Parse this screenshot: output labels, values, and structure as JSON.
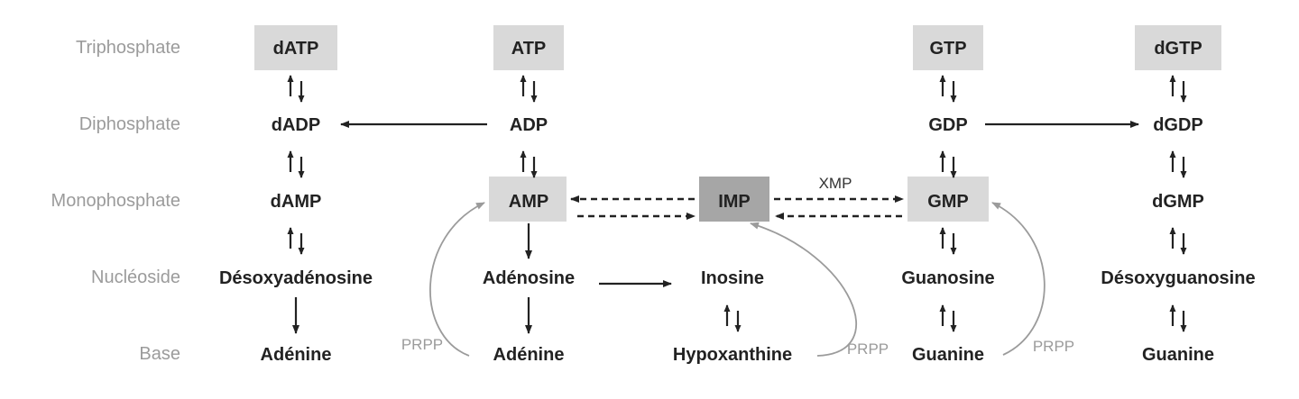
{
  "rows": [
    "Triphosphate",
    "Diphosphate",
    "Monophosphate",
    "Nucléoside",
    "Base"
  ],
  "col_dA": [
    "dATP",
    "dADP",
    "dAMP",
    "Désoxyadénosine",
    "Adénine"
  ],
  "col_A": [
    "ATP",
    "ADP",
    "AMP",
    "Adénosine",
    "Adénine"
  ],
  "col_I": [
    "IMP",
    "Inosine",
    "Hypoxanthine"
  ],
  "col_G": [
    "GTP",
    "GDP",
    "GMP",
    "Guanosine",
    "Guanine"
  ],
  "col_dG": [
    "dGTP",
    "dGDP",
    "dGMP",
    "Désoxyguanosine",
    "Guanine"
  ],
  "labels": {
    "xmp": "XMP",
    "prpp": "PRPP"
  },
  "colors": {
    "box_light": "#d9d9d9",
    "box_dark": "#a6a6a6",
    "label_grey": "#9b9b9b",
    "text": "#222222"
  }
}
